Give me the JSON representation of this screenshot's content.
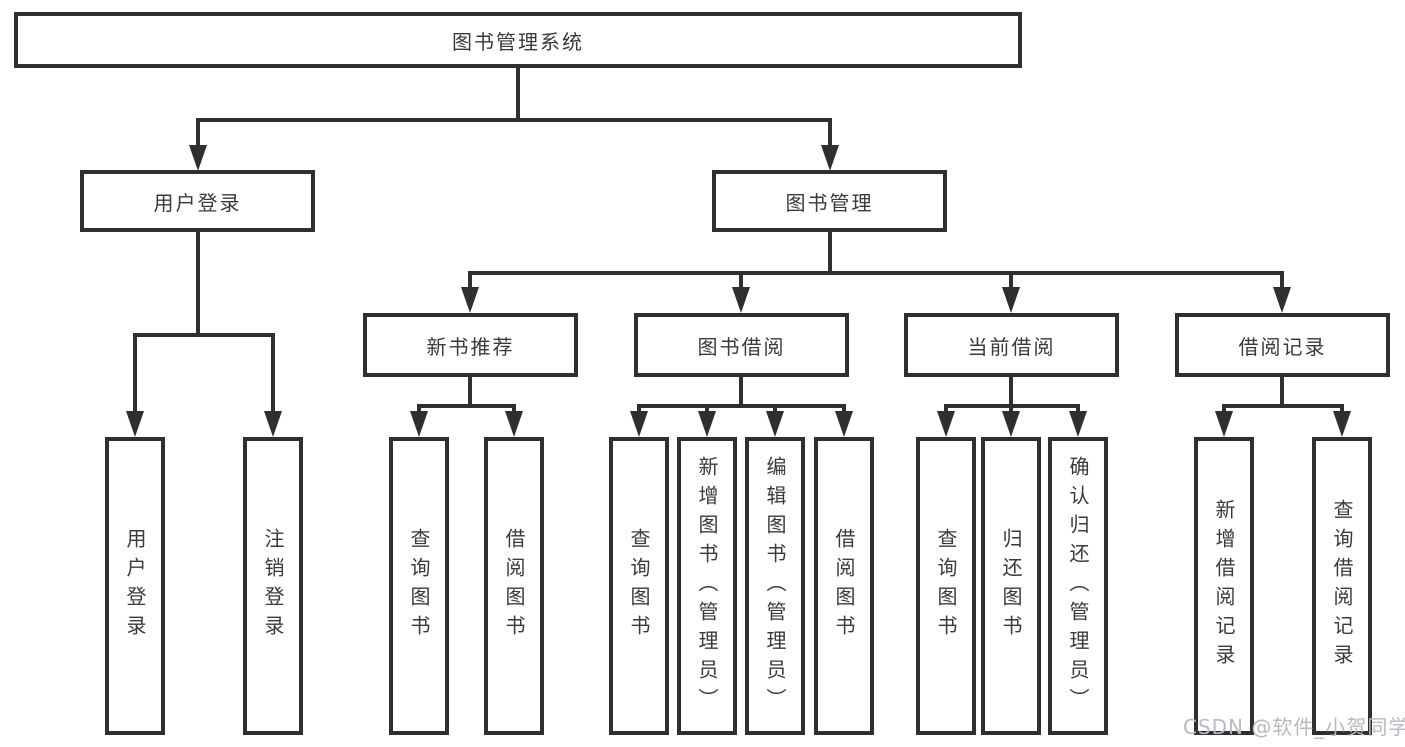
{
  "diagram": {
    "root": {
      "label": "图书管理系统"
    },
    "branches": [
      {
        "label": "用户登录",
        "children": [
          {
            "label": "用户登录"
          },
          {
            "label": "注销登录"
          }
        ]
      },
      {
        "label": "图书管理",
        "children": [
          {
            "label": "新书推荐",
            "children": [
              {
                "label": "查询图书"
              },
              {
                "label": "借阅图书"
              }
            ]
          },
          {
            "label": "图书借阅",
            "children": [
              {
                "label": "查询图书"
              },
              {
                "label": "新增图书（管理员）"
              },
              {
                "label": "编辑图书（管理员）"
              },
              {
                "label": "借阅图书"
              }
            ]
          },
          {
            "label": "当前借阅",
            "children": [
              {
                "label": "查询图书"
              },
              {
                "label": "归还图书"
              },
              {
                "label": "确认归还（管理员）"
              }
            ]
          },
          {
            "label": "借阅记录",
            "children": [
              {
                "label": "新增借阅记录"
              },
              {
                "label": "查询借阅记录"
              }
            ]
          }
        ]
      }
    ]
  },
  "watermark": {
    "text": "CSDN @软件_小贺同学"
  },
  "colors": {
    "line": "#2f2f2f",
    "box_border": "#2f2f2f",
    "box_background": "#ffffff",
    "text": "#3a3a3a",
    "watermark": "#b6bac2"
  }
}
